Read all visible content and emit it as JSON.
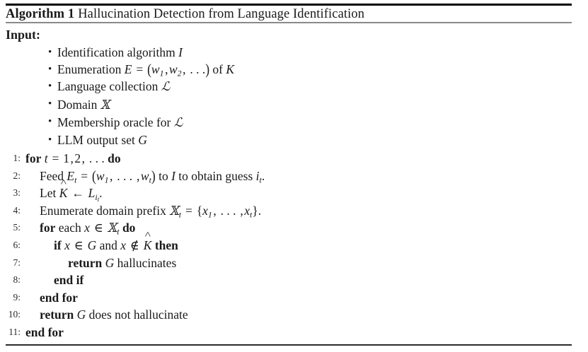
{
  "algorithm": {
    "label": "Algorithm 1",
    "title": "Hallucination Detection from Language Identification",
    "input_heading": "Input:",
    "input_items": [
      "Identification algorithm I",
      "Enumeration E = (w1, w2, . . .) of K",
      "Language collection L",
      "Domain X",
      "Membership oracle for L",
      "LLM output set G"
    ],
    "steps": [
      {
        "num": "1:",
        "indent": 0,
        "text": "for t = 1, 2, . . . do"
      },
      {
        "num": "2:",
        "indent": 1,
        "text": "Feed Et = (w1, . . . , wt) to I to obtain guess it."
      },
      {
        "num": "3:",
        "indent": 1,
        "text": "Let K̂ ← Lit."
      },
      {
        "num": "4:",
        "indent": 1,
        "text": "Enumerate domain prefix Xt = {x1, . . . , xt}."
      },
      {
        "num": "5:",
        "indent": 1,
        "text": "for each x ∈ Xt do"
      },
      {
        "num": "6:",
        "indent": 2,
        "text": "if x ∈ G and x ∉ K̂ then"
      },
      {
        "num": "7:",
        "indent": 3,
        "text": "return G hallucinates"
      },
      {
        "num": "8:",
        "indent": 2,
        "text": "end if"
      },
      {
        "num": "9:",
        "indent": 1,
        "text": "end for"
      },
      {
        "num": "10:",
        "indent": 1,
        "text": "return G does not hallucinate"
      },
      {
        "num": "11:",
        "indent": 0,
        "text": "end for"
      }
    ]
  },
  "colors": {
    "text": "#1a1a1a",
    "rule_top": "#000000",
    "rule_mid": "#8a8a8a",
    "rule_bottom": "#2b2b2b",
    "background": "#ffffff"
  }
}
